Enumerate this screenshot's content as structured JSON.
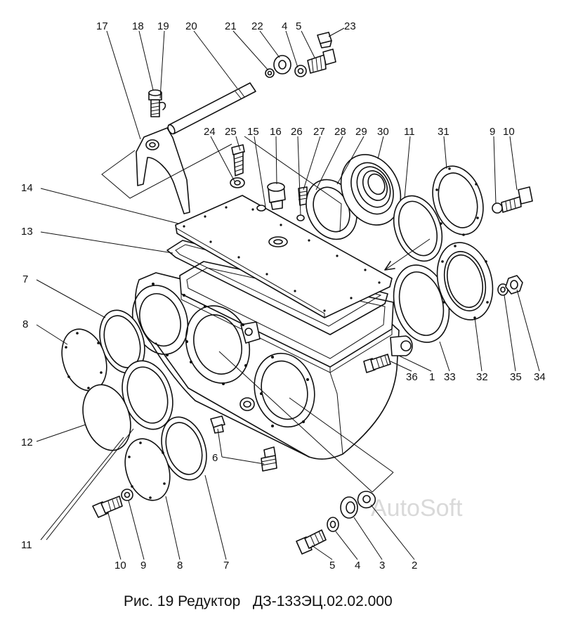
{
  "caption": "Рис. 19 Редуктор   ДЗ-133ЭЦ.02.02.000",
  "watermark": "AutoSoft",
  "callouts": [
    {
      "label": "17"
    },
    {
      "label": "18"
    },
    {
      "label": "19"
    },
    {
      "label": "20"
    },
    {
      "label": "21"
    },
    {
      "label": "22"
    },
    {
      "label": "4"
    },
    {
      "label": "5"
    },
    {
      "label": "23"
    },
    {
      "label": "24"
    },
    {
      "label": "25"
    },
    {
      "label": "15"
    },
    {
      "label": "16"
    },
    {
      "label": "26"
    },
    {
      "label": "27"
    },
    {
      "label": "28"
    },
    {
      "label": "29"
    },
    {
      "label": "30"
    },
    {
      "label": "11"
    },
    {
      "label": "31"
    },
    {
      "label": "9"
    },
    {
      "label": "10"
    },
    {
      "label": "14"
    },
    {
      "label": "13"
    },
    {
      "label": "7"
    },
    {
      "label": "8"
    },
    {
      "label": "36"
    },
    {
      "label": "1"
    },
    {
      "label": "33"
    },
    {
      "label": "32"
    },
    {
      "label": "35"
    },
    {
      "label": "34"
    },
    {
      "label": "12"
    },
    {
      "label": "6"
    },
    {
      "label": "11"
    },
    {
      "label": "10"
    },
    {
      "label": "9"
    },
    {
      "label": "8"
    },
    {
      "label": "7"
    },
    {
      "label": "5"
    },
    {
      "label": "4"
    },
    {
      "label": "3"
    },
    {
      "label": "2"
    }
  ]
}
